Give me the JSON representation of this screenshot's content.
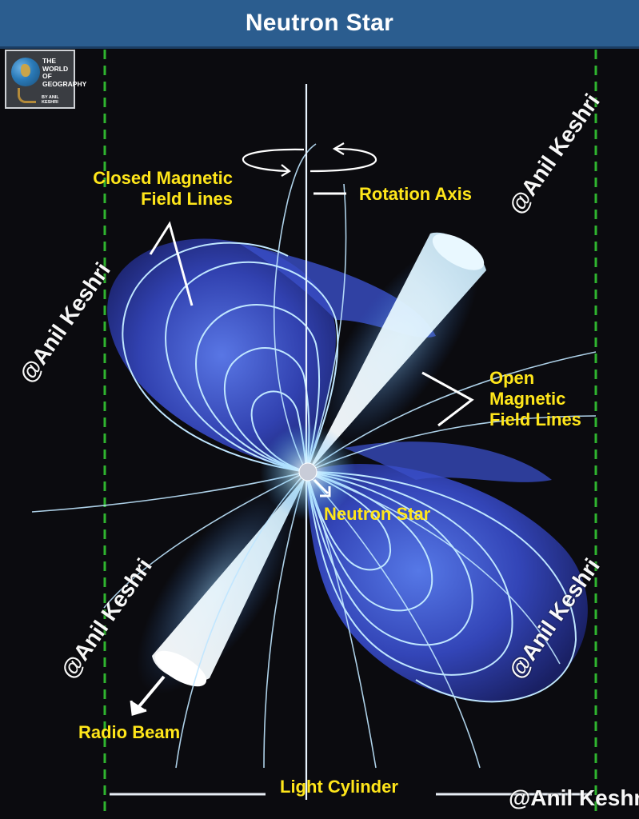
{
  "title": "Neutron Star",
  "logo": {
    "line1": "THE",
    "line2": "WORLD",
    "line3": "OF",
    "line4": "GEOGRAPHY",
    "byline": "BY ANIL KESHRI"
  },
  "labels": {
    "closed_field": [
      "Closed Magnetic",
      "Field Lines"
    ],
    "rotation_axis": "Rotation Axis",
    "open_field": [
      "Open",
      "Magnetic",
      "Field Lines"
    ],
    "neutron_star": "Neutron Star",
    "radio_beam": "Radio Beam",
    "light_cylinder": "Light Cylinder"
  },
  "watermarks": [
    "@Anil Keshri",
    "@Anil Keshri",
    "@Anil Keshri",
    "@Anil Keshri",
    "@Anil Keshri"
  ],
  "colors": {
    "header": "#2b5d8f",
    "label": "#ffe61a",
    "light_cylinder_dash": "#2fb52f",
    "field_lines": "#bfe6ff",
    "lobe_blue": "#3a4fc8",
    "beam": "#e8f6ff"
  }
}
